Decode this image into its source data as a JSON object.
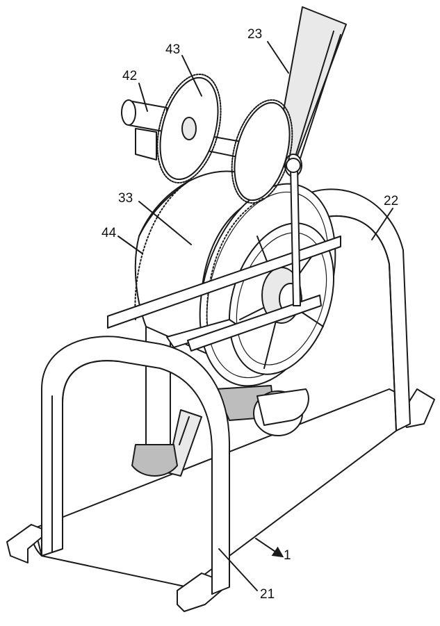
{
  "labels": {
    "l1": "1",
    "l21": "21",
    "l22": "22",
    "l23": "23",
    "l33": "33",
    "l42": "42",
    "l43": "43",
    "l44": "44"
  }
}
